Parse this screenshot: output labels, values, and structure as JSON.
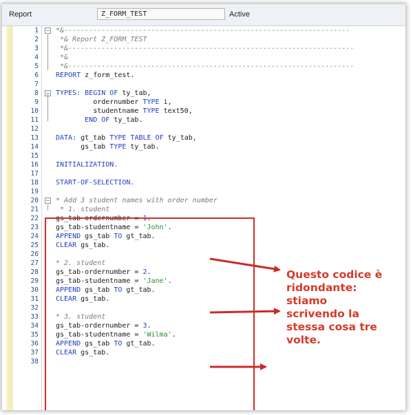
{
  "header": {
    "label": "Report",
    "program_name": "Z_FORM_TEST",
    "status": "Active"
  },
  "editor": {
    "lines": [
      {
        "num": "1",
        "text": "*&---------------------------------------------------------------------",
        "type": "comment"
      },
      {
        "num": "2",
        "text": "*& Report Z_FORM_TEST",
        "type": "comment"
      },
      {
        "num": "3",
        "text": "*&---------------------------------------------------------------------",
        "type": "comment"
      },
      {
        "num": "4",
        "text": "*&",
        "type": "comment"
      },
      {
        "num": "5",
        "text": "*&---------------------------------------------------------------------",
        "type": "comment"
      },
      {
        "num": "6",
        "text": "REPORT z_form_test.",
        "type": "code"
      },
      {
        "num": "7",
        "text": "",
        "type": "code"
      },
      {
        "num": "8",
        "text": "TYPES: BEGIN OF ty_tab,",
        "type": "code"
      },
      {
        "num": "9",
        "text": "         ordernumber TYPE i,",
        "type": "code"
      },
      {
        "num": "10",
        "text": "         studentname TYPE text50,",
        "type": "code"
      },
      {
        "num": "11",
        "text": "       END OF ty_tab.",
        "type": "code"
      },
      {
        "num": "12",
        "text": "",
        "type": "code"
      },
      {
        "num": "13",
        "text": "DATA: gt_tab TYPE TABLE OF ty_tab,",
        "type": "code"
      },
      {
        "num": "14",
        "text": "      gs_tab TYPE ty_tab.",
        "type": "code"
      },
      {
        "num": "15",
        "text": "",
        "type": "code"
      },
      {
        "num": "16",
        "text": "INITIALIZATION.",
        "type": "code"
      },
      {
        "num": "17",
        "text": "",
        "type": "code"
      },
      {
        "num": "18",
        "text": "START-OF-SELECTION.",
        "type": "code"
      },
      {
        "num": "19",
        "text": "",
        "type": "code"
      },
      {
        "num": "20",
        "text": "* Add 3 student names with order number",
        "type": "comment"
      },
      {
        "num": "21",
        "text": "* 1. student",
        "type": "comment"
      },
      {
        "num": "22",
        "text": "gs_tab-ordernumber = 1.",
        "type": "code"
      },
      {
        "num": "23",
        "text": "gs_tab-studentname = 'John'.",
        "type": "code"
      },
      {
        "num": "24",
        "text": "APPEND gs_tab TO gt_tab.",
        "type": "code"
      },
      {
        "num": "25",
        "text": "CLEAR gs_tab.",
        "type": "code"
      },
      {
        "num": "26",
        "text": "",
        "type": "code"
      },
      {
        "num": "27",
        "text": "* 2. student",
        "type": "comment"
      },
      {
        "num": "28",
        "text": "gs_tab-ordernumber = 2.",
        "type": "code"
      },
      {
        "num": "29",
        "text": "gs_tab-studentname = 'Jane'.",
        "type": "code"
      },
      {
        "num": "30",
        "text": "APPEND gs_tab TO gt_tab.",
        "type": "code"
      },
      {
        "num": "31",
        "text": "CLEAR gs_tab.",
        "type": "code"
      },
      {
        "num": "32",
        "text": "",
        "type": "code"
      },
      {
        "num": "33",
        "text": "* 3. student",
        "type": "comment"
      },
      {
        "num": "34",
        "text": "gs_tab-ordernumber = 3.",
        "type": "code"
      },
      {
        "num": "35",
        "text": "gs_tab-studentname = 'Wilma'.",
        "type": "code"
      },
      {
        "num": "36",
        "text": "APPEND gs_tab TO gt_tab.",
        "type": "code"
      },
      {
        "num": "37",
        "text": "CLEAR gs_tab.",
        "type": "code"
      },
      {
        "num": "38",
        "text": "",
        "type": "code"
      }
    ]
  },
  "annotation": {
    "text": "Questo codice è\nridondante:\nstiamo\nscrivendo la\nstessa cosa tre\nvolte.",
    "color": "#d43b2a"
  },
  "colors": {
    "keyword": "#1f3fbf",
    "comment": "#7a7a7a",
    "string": "#2e8b2e",
    "highlight_border": "#d12b2b"
  },
  "icons": [
    "fold-collapse-icon",
    "arrow-icon"
  ]
}
